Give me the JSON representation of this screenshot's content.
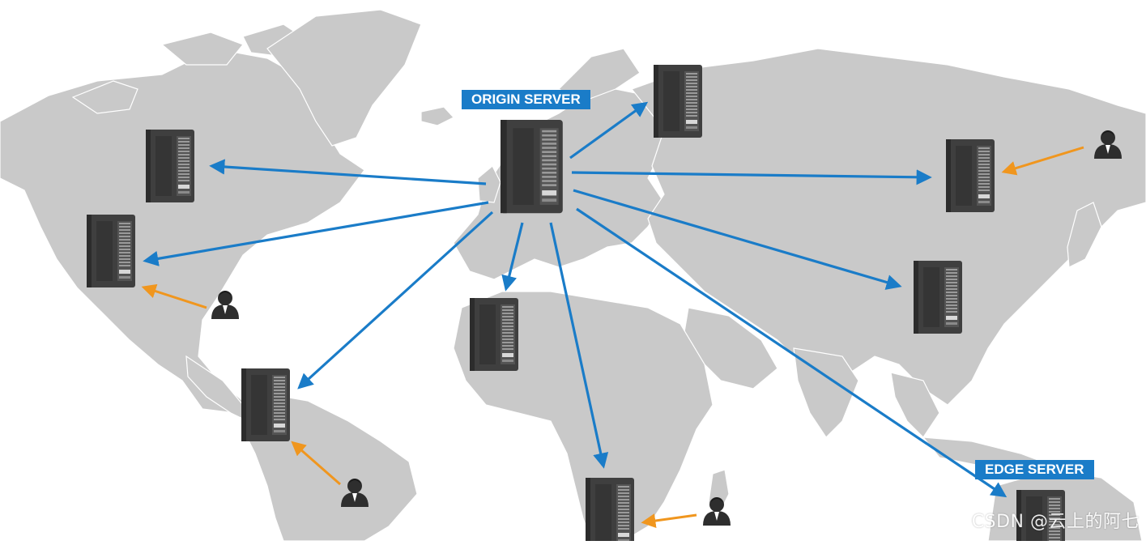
{
  "labels": {
    "origin": "ORIGIN SERVER",
    "edge": "EDGE SERVER"
  },
  "watermark": "CSDN @云上的阿七",
  "colors": {
    "map": "#c9c9c9",
    "land_border": "#ffffff",
    "server_arrow": "#1a7cc8",
    "user_arrow": "#f0961e",
    "server_body": "#3f3f3f",
    "label_bg": "#1a7cc8"
  },
  "icons": [
    "server-icon",
    "user-icon",
    "arrow"
  ]
}
